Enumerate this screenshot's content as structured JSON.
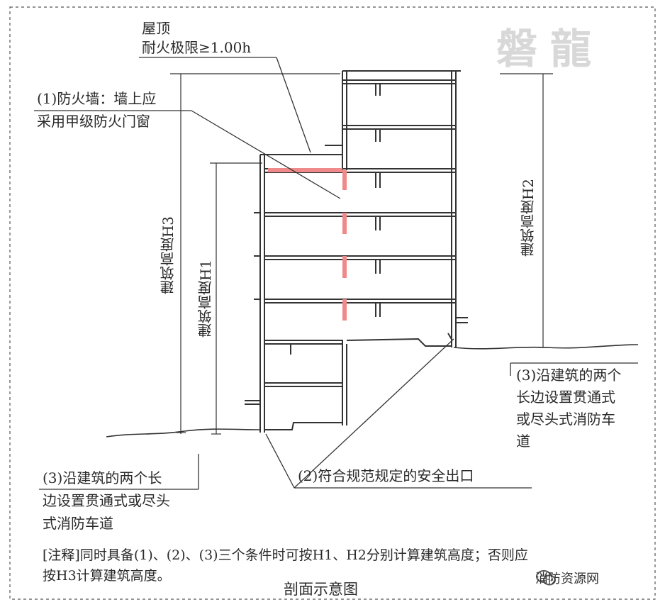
{
  "watermark": "磐龍",
  "labels": {
    "roof_line1": "屋顶",
    "roof_line2": "耐火极限≥1.00h",
    "firewall_line1": "(1)防火墙：墙上应",
    "firewall_line2": "采用甲级防火门窗",
    "height_h3": "建筑高度H3",
    "height_h1": "建筑高度H1",
    "height_h2": "建筑高度H2",
    "fire_lane_right_line1": "(3)沿建筑的两个",
    "fire_lane_right_line2": "长边设置贯通式",
    "fire_lane_right_line3": "或尽头式消防车",
    "fire_lane_right_line4": "道",
    "safety_exit": "(2)符合规范规定的安全出口",
    "fire_lane_left_line1": "(3)沿建筑的两个长",
    "fire_lane_left_line2": "边设置贯通式或尽头",
    "fire_lane_left_line3": "式消防车道"
  },
  "note": {
    "line1": "[注释]同时具备(1)、(2)、(3)三个条件时可按H1、H2分别计算建筑高度；否则应",
    "line2": "按H3计算建筑高度。"
  },
  "caption": "剖面示意图",
  "wechat": {
    "icon": "wechat-icon",
    "account": "消防资源网"
  },
  "colors": {
    "firewall": "#f08a8a",
    "line": "#333333",
    "frame": "#555555"
  }
}
